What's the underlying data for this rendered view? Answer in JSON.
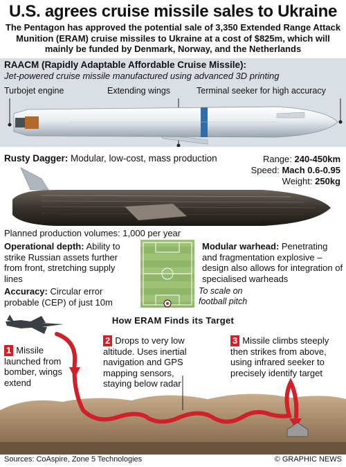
{
  "header": {
    "title": "U.S. agrees cruise missile sales to Ukraine",
    "subtitle": "The Pentagon has approved the potential sale of 3,350 Extended Range Attack Munition (ERAM) cruise missiles to Ukraine at a cost of $825m, which will mainly be funded by Denmark, Norway, and the Netherlands"
  },
  "raacm": {
    "title": "RAACM (Rapidly Adaptable Affordable Cruise Missile):",
    "description": "Jet-powered cruise missile manufactured using advanced 3D printing",
    "labels": {
      "turbojet": "Turbojet engine",
      "wings": "Extending wings",
      "seeker": "Terminal seeker for high accuracy"
    }
  },
  "dagger": {
    "name": "Rusty Dagger:",
    "description": "Modular, low-cost, mass production",
    "range_label": "Range:",
    "range_value": "240-450km",
    "speed_label": "Speed:",
    "speed_value": "Mach 0.6-0.95",
    "weight_label": "Weight:",
    "weight_value": "250kg"
  },
  "details": {
    "volumes": "Planned production volumes: 1,000 per year",
    "depth_title": "Operational depth:",
    "depth_text": "Ability to strike Russian assets further from front, stretching supply lines",
    "accuracy_title": "Accuracy:",
    "accuracy_text": "Circular error probable (CEP) of just 10m",
    "warhead_title": "Modular warhead:",
    "warhead_text": "Penetrating and fragmentation explosive – design also allows for integration of specialised warheads",
    "scale_note": "To scale on football pitch"
  },
  "how": {
    "title": "How ERAM Finds its Target",
    "steps": [
      {
        "num": "1",
        "text": "Missile launched from bomber, wings extend"
      },
      {
        "num": "2",
        "text": "Drops to very low altitude. Uses inertial navigation and GPS mapping sensors, staying below radar"
      },
      {
        "num": "3",
        "text": "Missile climbs steeply then strikes from above, using infrared seeker to precisely identify target"
      }
    ]
  },
  "footer": {
    "sources": "Sources: CoAspire, Zone 5 Technologies",
    "credit": "© GRAPHIC NEWS"
  },
  "colors": {
    "accent_red": "#d0202a",
    "band_grey": "#d9dfe4",
    "pitch_green": "#8fb66a",
    "terrain": "#b89a78"
  }
}
